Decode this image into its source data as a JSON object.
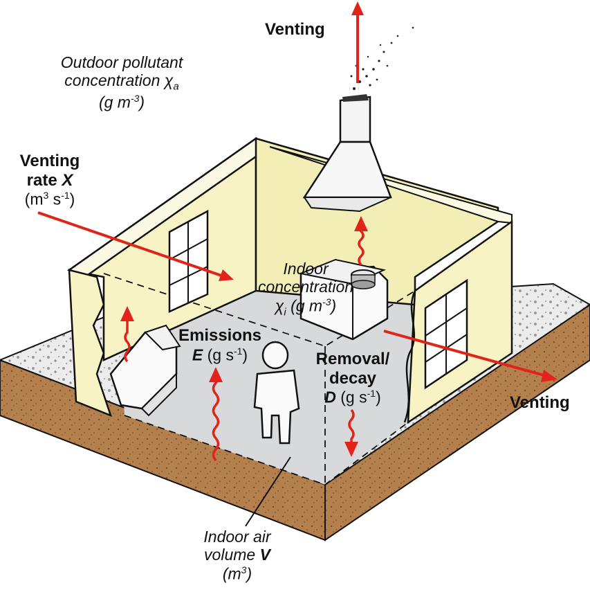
{
  "labels": {
    "venting_top": "Venting",
    "outdoor_line1": "Outdoor pollutant",
    "outdoor_line2": "concentration",
    "outdoor_symbol": "χ",
    "outdoor_sub": "a",
    "outdoor_units": "(g m",
    "outdoor_units_exp": "-3",
    "outdoor_units_close": ")",
    "venting_rate_line1": "Venting",
    "venting_rate_line2": "rate",
    "venting_rate_symbol": "X",
    "venting_rate_units_open": "(m",
    "venting_rate_units_exp1": "3",
    "venting_rate_units_mid": " s",
    "venting_rate_units_exp2": "-1",
    "venting_rate_units_close": ")",
    "indoor_line1": "Indoor",
    "indoor_line2": "concentration",
    "indoor_symbol": "χ",
    "indoor_sub": "i",
    "indoor_units": " (g m",
    "indoor_units_exp": "-3",
    "indoor_units_close": ")",
    "emissions_line1": "Emissions",
    "emissions_symbol": "E",
    "emissions_units": " (g s",
    "emissions_units_exp": "-1",
    "emissions_units_close": ")",
    "removal_line1": "Removal/",
    "removal_line2": "decay",
    "removal_symbol": "D",
    "removal_units": " (g s",
    "removal_units_exp": "-1",
    "removal_units_close": ")",
    "venting_right": "Venting",
    "volume_line1": "Indoor air",
    "volume_line2": "volume",
    "volume_symbol": "V",
    "volume_units_open": "(m",
    "volume_units_exp": "3",
    "volume_units_close": ")"
  },
  "colors": {
    "arrow": "#e2231a",
    "wall_fill": "#f7f3c4",
    "wall_shadow": "#ece7a8",
    "floor": "#d9dadb",
    "soil": "#b07d4a",
    "gravel": "#e6e6e6",
    "outline": "#111111"
  }
}
